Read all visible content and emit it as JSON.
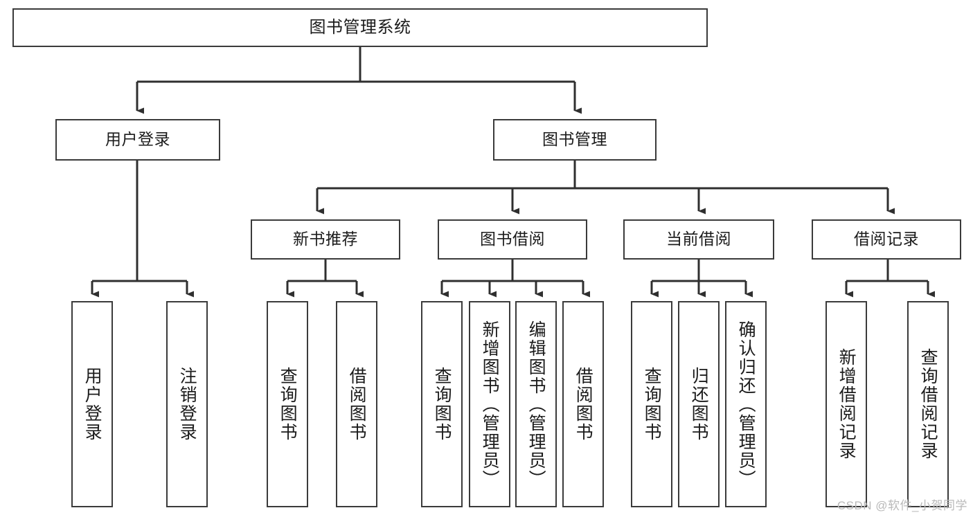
{
  "diagram": {
    "type": "tree-hierarchy",
    "title": "图书管理系统",
    "watermark": "CSDN @软件_小贺同学",
    "colors": {
      "box_border": "#3a3a3a",
      "box_fill": "#ffffff",
      "edge": "#2f2f2f",
      "text": "#1b1b1b",
      "watermark": "#b9b9b9",
      "background": "#ffffff"
    }
  },
  "nodes": {
    "root": {
      "label": "图书管理系统",
      "level": 1,
      "orientation": "horizontal"
    },
    "level2": [
      {
        "id": "user-login",
        "label": "用户登录",
        "orientation": "horizontal"
      },
      {
        "id": "book-manage",
        "label": "图书管理",
        "orientation": "horizontal"
      }
    ],
    "level3": [
      {
        "id": "new-book-recommend",
        "label": "新书推荐",
        "orientation": "horizontal",
        "parent": "book-manage"
      },
      {
        "id": "book-borrow",
        "label": "图书借阅",
        "orientation": "horizontal",
        "parent": "book-manage"
      },
      {
        "id": "current-borrow",
        "label": "当前借阅",
        "orientation": "horizontal",
        "parent": "book-manage"
      },
      {
        "id": "borrow-record",
        "label": "借阅记录",
        "orientation": "horizontal",
        "parent": "book-manage"
      }
    ],
    "leaves": [
      {
        "id": "leaf-user-login",
        "label": "用户登录",
        "orientation": "vertical",
        "parent": "user-login"
      },
      {
        "id": "leaf-user-logout",
        "label": "注销登录",
        "orientation": "vertical",
        "parent": "user-login"
      },
      {
        "id": "leaf-recommend-query",
        "label": "查询图书",
        "orientation": "vertical",
        "parent": "new-book-recommend"
      },
      {
        "id": "leaf-recommend-borrow",
        "label": "借阅图书",
        "orientation": "vertical",
        "parent": "new-book-recommend"
      },
      {
        "id": "leaf-borrow-query",
        "label": "查询图书",
        "orientation": "vertical",
        "parent": "book-borrow"
      },
      {
        "id": "leaf-borrow-add",
        "label": "新增图书（管理员）",
        "orientation": "vertical",
        "parent": "book-borrow"
      },
      {
        "id": "leaf-borrow-edit",
        "label": "编辑图书（管理员）",
        "orientation": "vertical",
        "parent": "book-borrow"
      },
      {
        "id": "leaf-borrow-lend",
        "label": "借阅图书",
        "orientation": "vertical",
        "parent": "book-borrow"
      },
      {
        "id": "leaf-current-query",
        "label": "查询图书",
        "orientation": "vertical",
        "parent": "current-borrow"
      },
      {
        "id": "leaf-current-return",
        "label": "归还图书",
        "orientation": "vertical",
        "parent": "current-borrow"
      },
      {
        "id": "leaf-current-confirm",
        "label": "确认归还（管理员）",
        "orientation": "vertical",
        "parent": "current-borrow"
      },
      {
        "id": "leaf-record-add",
        "label": "新增借阅记录",
        "orientation": "vertical",
        "parent": "borrow-record"
      },
      {
        "id": "leaf-record-query",
        "label": "查询借阅记录",
        "orientation": "vertical",
        "parent": "borrow-record"
      }
    ]
  }
}
